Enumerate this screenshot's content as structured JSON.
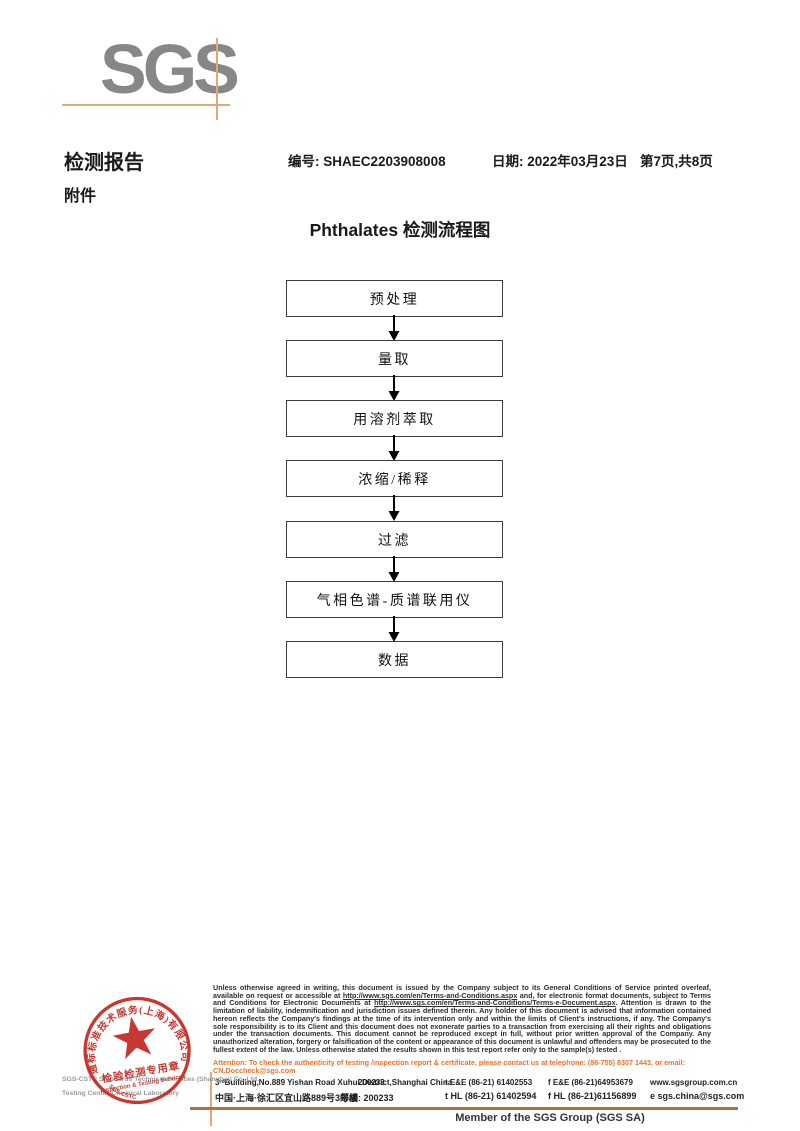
{
  "logo": {
    "text": "SGS"
  },
  "header": {
    "report_title": "检测报告",
    "report_no": "编号: SHAEC2203908008",
    "date": "日期: 2022年03月23日",
    "page_info": "第7页,共8页",
    "attachment_label": "附件"
  },
  "flowchart": {
    "title": "Phthalates 检测流程图",
    "steps": [
      "预处理",
      "量取",
      "用溶剂萃取",
      "浓缩/稀释",
      "过滤",
      "气相色谱-质谱联用仪",
      "数据"
    ]
  },
  "stamp": {
    "ring_text": "通标标准技术服务(上海)有限公司",
    "side_text": "SGS-CSTC",
    "label_cn": "检验检测专用章",
    "label_en": "Inspection & Testing Services"
  },
  "company": {
    "line1": "SGS-CSTC Standards Technical Services (Shanghai) Co.,Ltd.",
    "line2": "Testing Center-Chemical Laboratory"
  },
  "legal": {
    "p1": "Unless otherwise agreed in writing, this document is issued by the Company subject to its General Conditions of Service printed overleaf, available on request or accessible at ",
    "url1": "http://www.sgs.com/en/Terms-and-Conditions.aspx",
    "p2": " and, for electronic format documents, subject to Terms and Conditions for Electronic Documents at ",
    "url2": "http://www.sgs.com/en/Terms-and-Conditions/Terms-e-Document.aspx",
    "p3": ". Attention is drawn to the limitation of liability, indemnification and jurisdiction issues defined therein. Any holder of this document is advised that information contained hereon reflects the Company's findings at the time of its intervention only and within the limits of Client's instructions, if any. The Company's sole responsibility is to its Client and this document does not exonerate parties to a transaction from exercising all their rights and obligations under the transaction documents. This document cannot be reproduced except in full, without prior written approval of the Company. Any unauthorized alteration, forgery or falsification of the content or appearance of this document is unlawful and offenders may be prosecuted to the fullest extent of the law. Unless otherwise stated the results shown in this test report refer only to the sample(s) tested .",
    "attention": "Attention: To check the authenticity of testing /inspection report & certificate, please contact us at telephone: (86-755) 8307 1443, or email: CN.Doccheck@sgs.com"
  },
  "address": {
    "en_line": "3ʳᵈBuilding,No.889 Yishan Road Xuhui District,Shanghai China",
    "en_postcode": "200233",
    "cn_line": "中国·上海·徐汇区宜山路889号3号楼",
    "cn_postcode": "邮编: 200233",
    "tel1": "t E&E (86-21) 61402553",
    "fax1": "f E&E (86-21)64953679",
    "web": "www.sgsgroup.com.cn",
    "tel2": "t HL (86-21) 61402594",
    "fax2": "f HL (86-21)61156899",
    "email": "e  sgs.china@sgs.com"
  },
  "footer_member": "Member of the SGS Group (SGS SA)",
  "colors": {
    "logo_gray": "#878787",
    "stamp_red": "#c4271f",
    "attention_orange": "#e8732c",
    "crosshair_tan": "#e0aa78",
    "footer_line_brown": "#a9763f"
  }
}
